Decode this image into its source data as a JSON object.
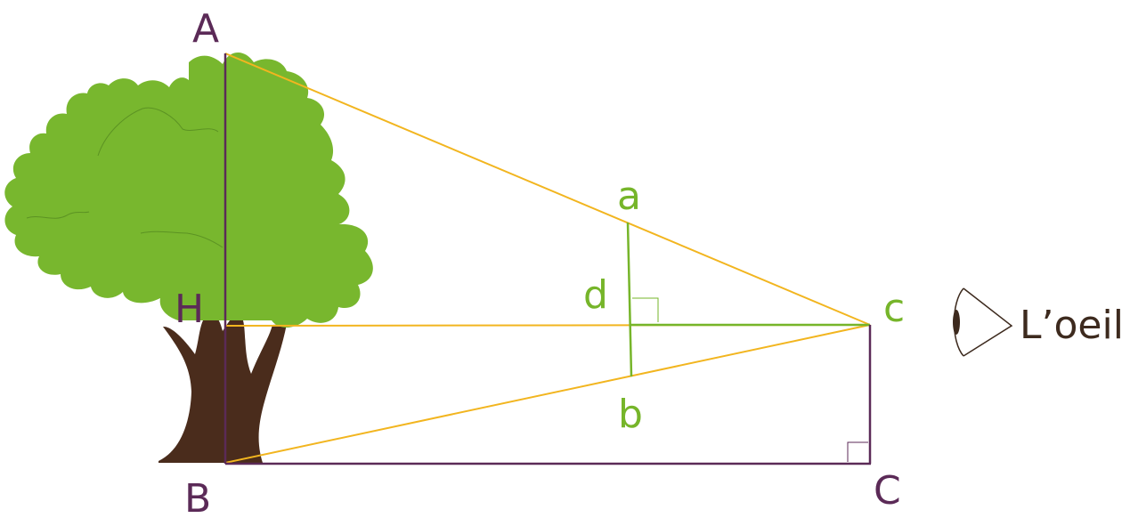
{
  "labels": {
    "A": "A",
    "B": "B",
    "C": "C",
    "H": "H",
    "a": "a",
    "b": "b",
    "c": "c",
    "d": "d",
    "eye": "L’oeil"
  },
  "colors": {
    "purple": "#5b2a57",
    "green": "#76b52a",
    "orange": "#f2b51f",
    "trunk": "#4a2c1c",
    "foliage": "#78b72e",
    "eye_line": "#3d2a1e"
  },
  "icons": {
    "tree": "tree-icon",
    "eye": "eye-icon"
  }
}
